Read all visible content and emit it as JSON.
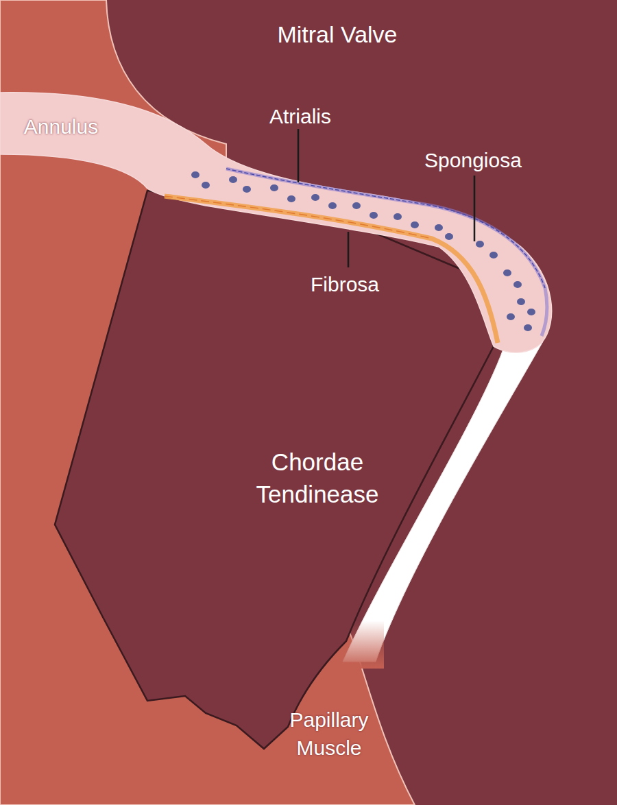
{
  "diagram": {
    "title": "Mitral Valve",
    "labels": [
      "Annulus",
      "Atrialis",
      "Spongiosa",
      "Fibrosa",
      "Chordae Tendinease",
      "Papillary Muscle"
    ]
  }
}
